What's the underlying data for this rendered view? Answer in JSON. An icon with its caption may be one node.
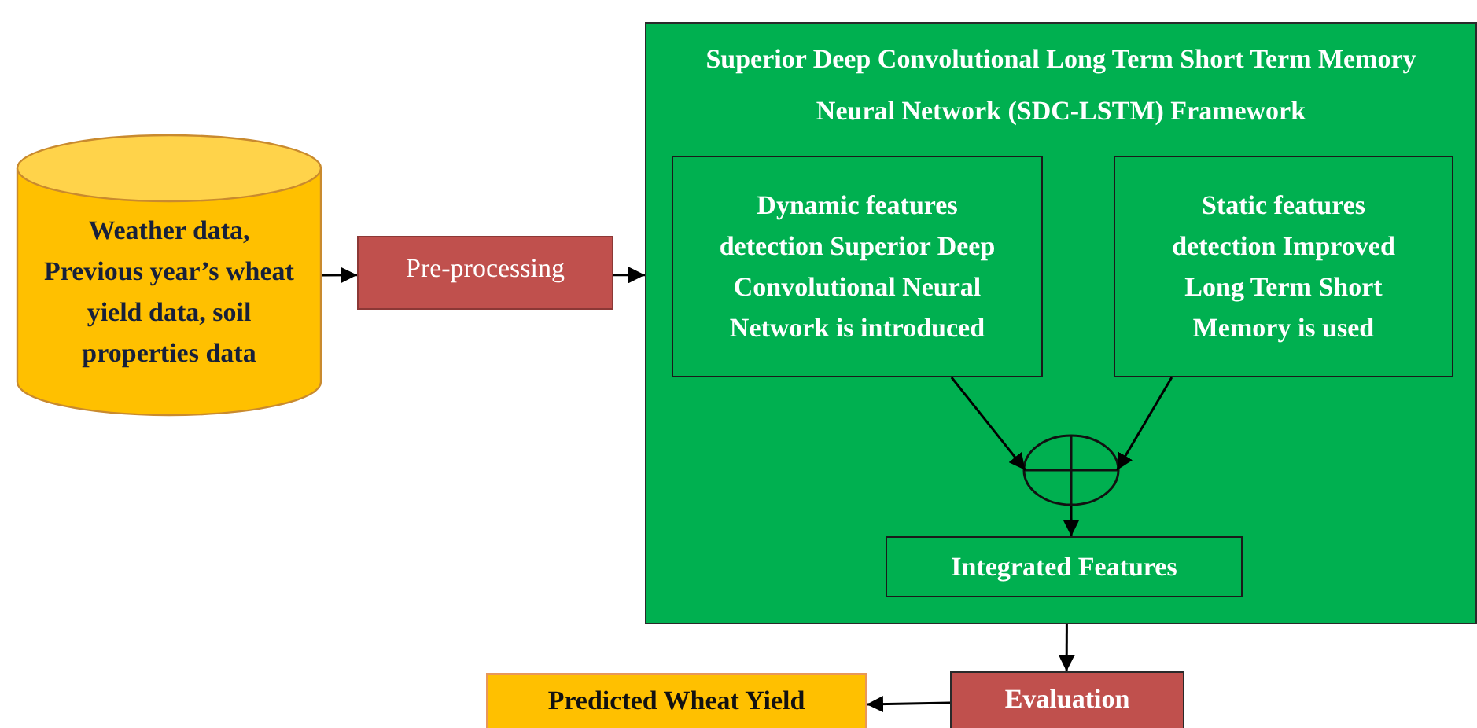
{
  "diagram": {
    "nodes": [
      {
        "text": [
          "Weather data, Previous year’s wheat yield data, soil properties data"
        ]
      },
      {
        "text": [
          "Pre-processing"
        ]
      },
      {
        "text": [
          "Superior Deep Convolutional Long Term Short Term Memory Neural Network (SDC-LSTM) Framework"
        ]
      },
      {
        "text": [
          "Dynamic features detection Superior Deep Convolutional Neural Network is introduced"
        ],
        "in": 2
      },
      {
        "text": [
          "Static features detection Improved Long Term Short Memory is used"
        ],
        "in": 2
      },
      {
        "text": [],
        "shape": "circle",
        "in": 2
      },
      {
        "text": [
          "Integrated Features"
        ],
        "in": 2
      },
      {
        "text": [
          "Evaluation"
        ]
      },
      {
        "text": [
          "Predicted Wheat Yield"
        ]
      }
    ],
    "edges": [
      {
        "from": 0,
        "to": 1,
        "arrow": "to"
      },
      {
        "from": 1,
        "to": 2,
        "arrow": "to"
      },
      {
        "from": 3,
        "to": 5,
        "arrow": "to"
      },
      {
        "from": 4,
        "to": 5,
        "arrow": "to"
      },
      {
        "from": 5,
        "to": 6,
        "arrow": "to"
      },
      {
        "from": 2,
        "to": 7,
        "arrow": "to"
      },
      {
        "from": 7,
        "to": 8,
        "arrow": "to"
      }
    ]
  }
}
